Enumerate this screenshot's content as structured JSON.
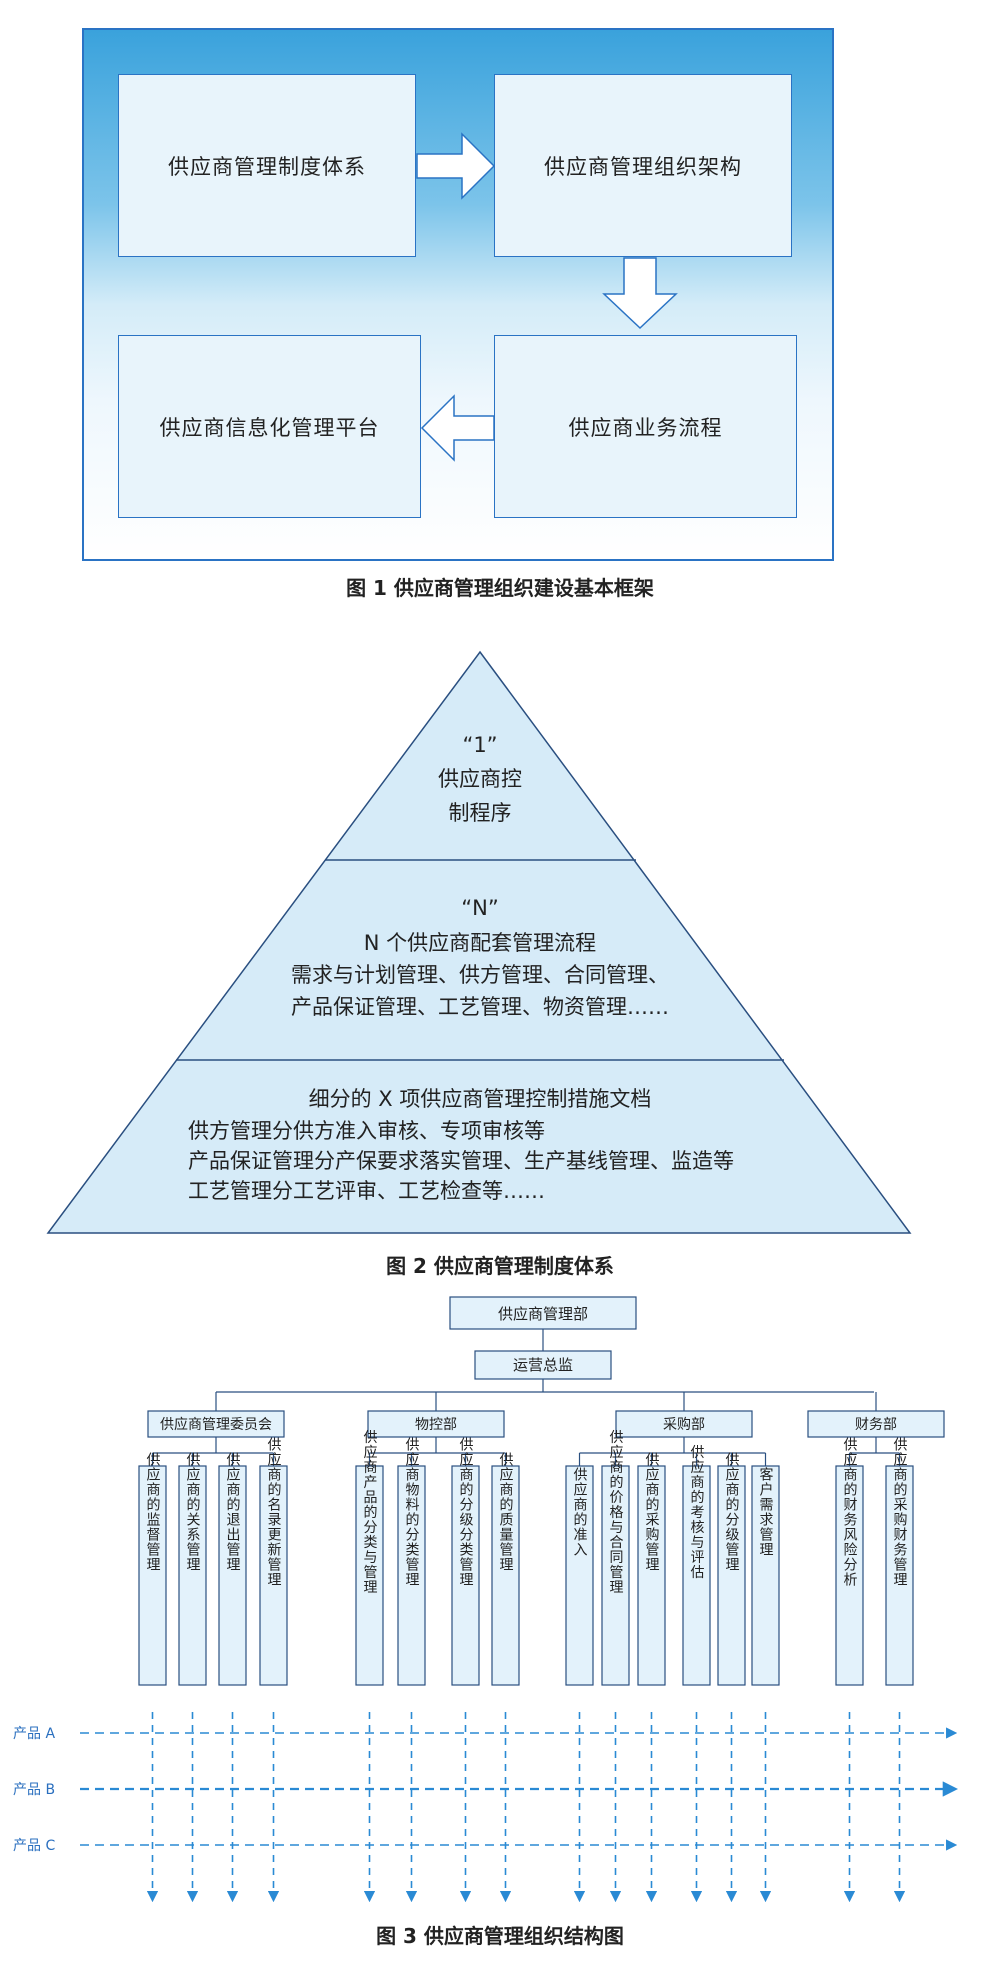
{
  "figure1": {
    "boxes": {
      "system": "供应商管理制度体系",
      "organization": "供应商管理组织架构",
      "process": "供应商业务流程",
      "platform": "供应商信息化管理平台"
    },
    "caption": "图 1 供应商管理组织建设基本框架"
  },
  "figure2": {
    "tier1": {
      "label": "“1”",
      "lines": [
        "供应商控",
        "制程序"
      ]
    },
    "tier2": {
      "label": "“N”",
      "lines": [
        "N 个供应商配套管理流程",
        "需求与计划管理、供方管理、合同管理、",
        "产品保证管理、工艺管理、物资管理……"
      ]
    },
    "tier3": {
      "lines": [
        "细分的 X 项供应商管理控制措施文档",
        "供方管理分供方准入审核、专项审核等",
        "产品保证管理分产保要求落实管理、生产基线管理、监造等",
        "工艺管理分工艺评审、工艺检查等……"
      ]
    },
    "caption": "图 2 供应商管理制度体系"
  },
  "figure3": {
    "root": "供应商管理部",
    "director": "运营总监",
    "departments": [
      "供应商管理委员会",
      "物控部",
      "采购部",
      "财务部"
    ],
    "leaves": [
      [
        "供应商的监督管理",
        "供应商的关系管理",
        "供应商的退出管理",
        "供应商的名录更新管理"
      ],
      [
        "供应商产品的分类与管理",
        "供应商物料的分类管理",
        "供应商的分级分类管理",
        "供应商的质量管理"
      ],
      [
        "供应商的准入",
        "供应商的价格与合同管理",
        "供应商的采购管理",
        "供应商的考核与评估",
        "供应商的分级管理",
        "客户需求管理"
      ],
      [
        "供应商的财务风险分析",
        "供应商的采购财务管理"
      ]
    ],
    "products": [
      "产品 A",
      "产品 B",
      "产品 C"
    ],
    "caption": "图 3 供应商管理组织结构图"
  }
}
